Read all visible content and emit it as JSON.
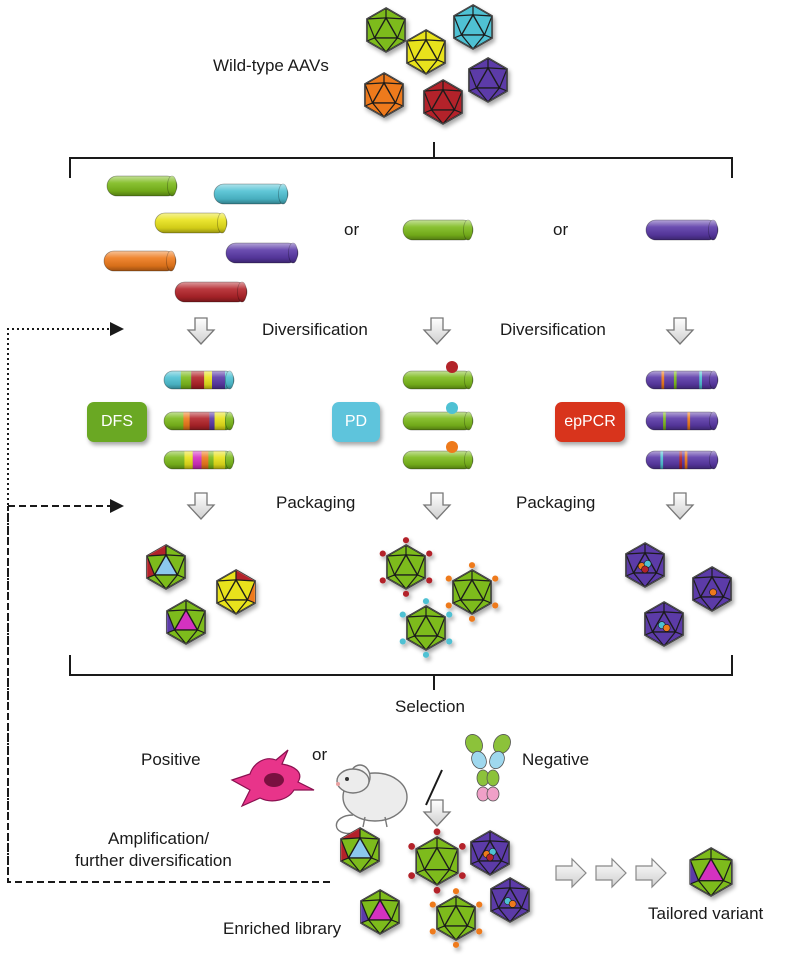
{
  "labels": {
    "wild_type": "Wild-type AAVs",
    "or": "or",
    "diversification": "Diversification",
    "packaging": "Packaging",
    "selection": "Selection",
    "positive": "Positive",
    "negative": "Negative",
    "amplification_line1": "Amplification/",
    "amplification_line2": "further diversification",
    "enriched_library": "Enriched library",
    "tailored_variant": "Tailored variant"
  },
  "badges": {
    "dfs": "DFS",
    "pd": "PD",
    "epcr": "epPCR"
  },
  "colors": {
    "green": "#7dbb1c",
    "cyan": "#4fc1d3",
    "yellow": "#e8e21a",
    "orange": "#ee7a1c",
    "purple": "#5b3aa8",
    "red": "#b3242a",
    "magenta": "#d430c0",
    "light_blue": "#8cc8ee",
    "dfs_badge": "#6aa823",
    "pd_badge": "#5ec4dc",
    "epcr_badge": "#d8341c"
  },
  "icons": {
    "capsid": "icosahedral-capsid-icon",
    "gene": "cap-gene-cylinder-icon",
    "arrow": "hollow-down-arrow-icon",
    "cell": "cell-icon",
    "mouse": "mouse-icon",
    "antibody": "antibody-icon"
  }
}
